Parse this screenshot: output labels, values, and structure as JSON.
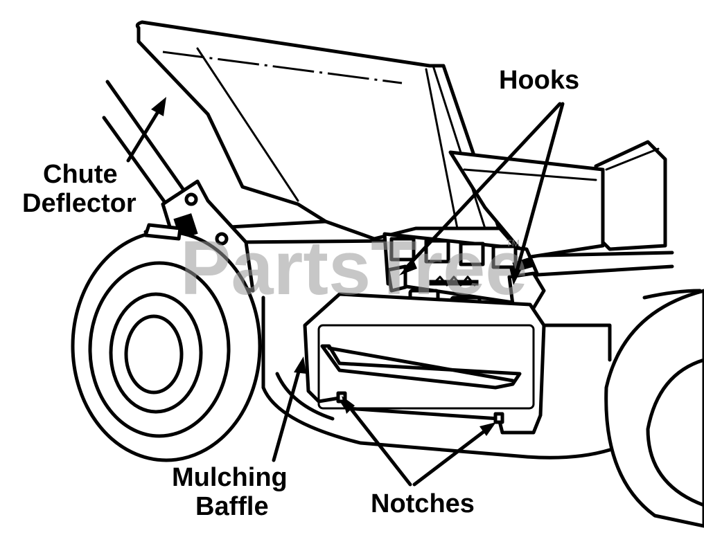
{
  "labels": {
    "chute_deflector_line1": "Chute",
    "chute_deflector_line2": "Deflector",
    "hooks": "Hooks",
    "mulching_baffle_line1": "Mulching",
    "mulching_baffle_line2": "Baffle",
    "notches": "Notches"
  },
  "watermark": {
    "text": "PartsTree",
    "trademark": "TM"
  },
  "colors": {
    "ink": "#000000",
    "background": "#ffffff",
    "watermark": "#9a9a9a"
  }
}
